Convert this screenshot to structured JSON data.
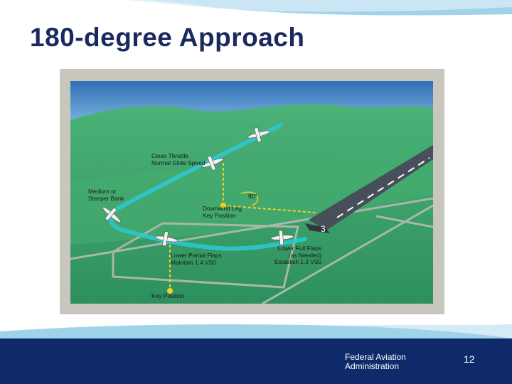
{
  "slide": {
    "title": "180-degree Approach",
    "footer_org": "Federal Aviation\nAdministration",
    "page_number": "12"
  },
  "diagram": {
    "labels": {
      "close_throttle": "Close Throttle\nNormal Glide Speed",
      "medium_bank": "Medium or\nSteeper Bank",
      "angle": "90°",
      "downwind_key": "Downwind Leg\nKey Position",
      "lower_partial_flaps": "Lower Partial Flaps\nMaintain 1.4 VS0",
      "lower_full_flaps": "Lower Full Flaps\n(as Needed)\nEstablish 1.3 VS0",
      "key_position": "Key Position"
    },
    "runway_number": "3"
  },
  "colors": {
    "title": "#1b2a5e",
    "footer": "#0f2a6b",
    "sky": "#3d86c6",
    "terrain": "#3aa36b",
    "flight_path": "#2fc6cf",
    "runway": "#47505a",
    "wave": "#9fd3ea"
  }
}
